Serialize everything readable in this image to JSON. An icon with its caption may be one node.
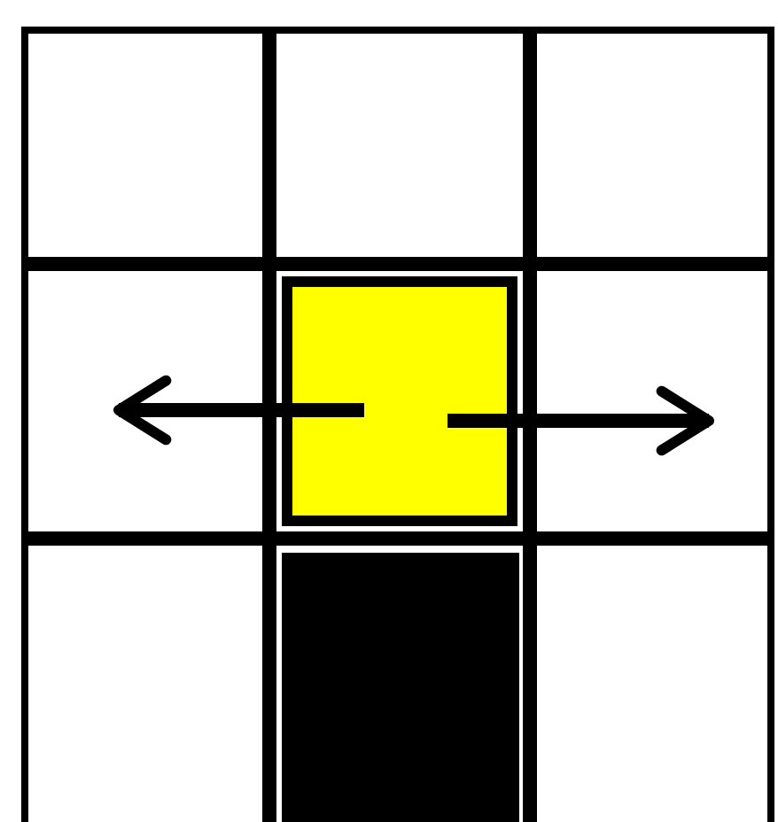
{
  "diagram": {
    "nodes": [
      {
        "text": [],
        "shape": "box"
      },
      {
        "text": [],
        "shape": "box"
      },
      {
        "text": [],
        "shape": "box"
      },
      {
        "text": [],
        "shape": "box"
      },
      {
        "text": [],
        "shape": "box"
      },
      {
        "text": [],
        "shape": "box"
      },
      {
        "text": [],
        "shape": "box"
      },
      {
        "text": [],
        "shape": "box"
      },
      {
        "text": [],
        "shape": "box"
      }
    ],
    "edges": [
      {
        "from": 4,
        "to": 3,
        "arrow": "to"
      },
      {
        "from": 4,
        "to": 5,
        "arrow": "to"
      }
    ]
  }
}
